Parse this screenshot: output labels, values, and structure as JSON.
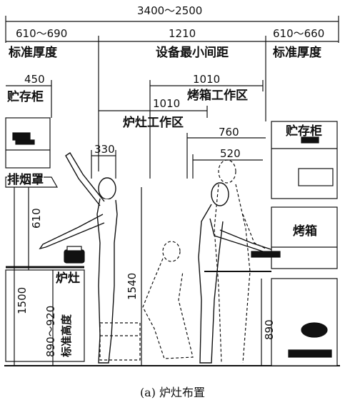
{
  "dimensions": {
    "overall": "3400～2500",
    "left_depth": "610～690",
    "middle_gap": "1210",
    "right_depth": "610～660",
    "storage_left_width": "450",
    "oven_zone_a": "1010",
    "oven_zone_b": "1010",
    "zone_760": "760",
    "zone_330": "330",
    "zone_520": "520",
    "hood_height": "610",
    "counter_height": "1500",
    "person_height": "1540",
    "stove_height": "890～920",
    "oven_counter_height": "890"
  },
  "labels": {
    "std_depth_left": "标准厚度",
    "min_gap": "设备最小间距",
    "std_depth_right": "标准厚度",
    "storage_left": "贮存柜",
    "oven_work_zone": "烤箱工作区",
    "stove_work_zone": "炉灶工作区",
    "storage_right": "贮存柜",
    "range_hood": "排烟罩",
    "oven": "烤箱",
    "stove": "炉灶",
    "std_height": "标准高度"
  },
  "caption": "(a) 炉灶布置"
}
